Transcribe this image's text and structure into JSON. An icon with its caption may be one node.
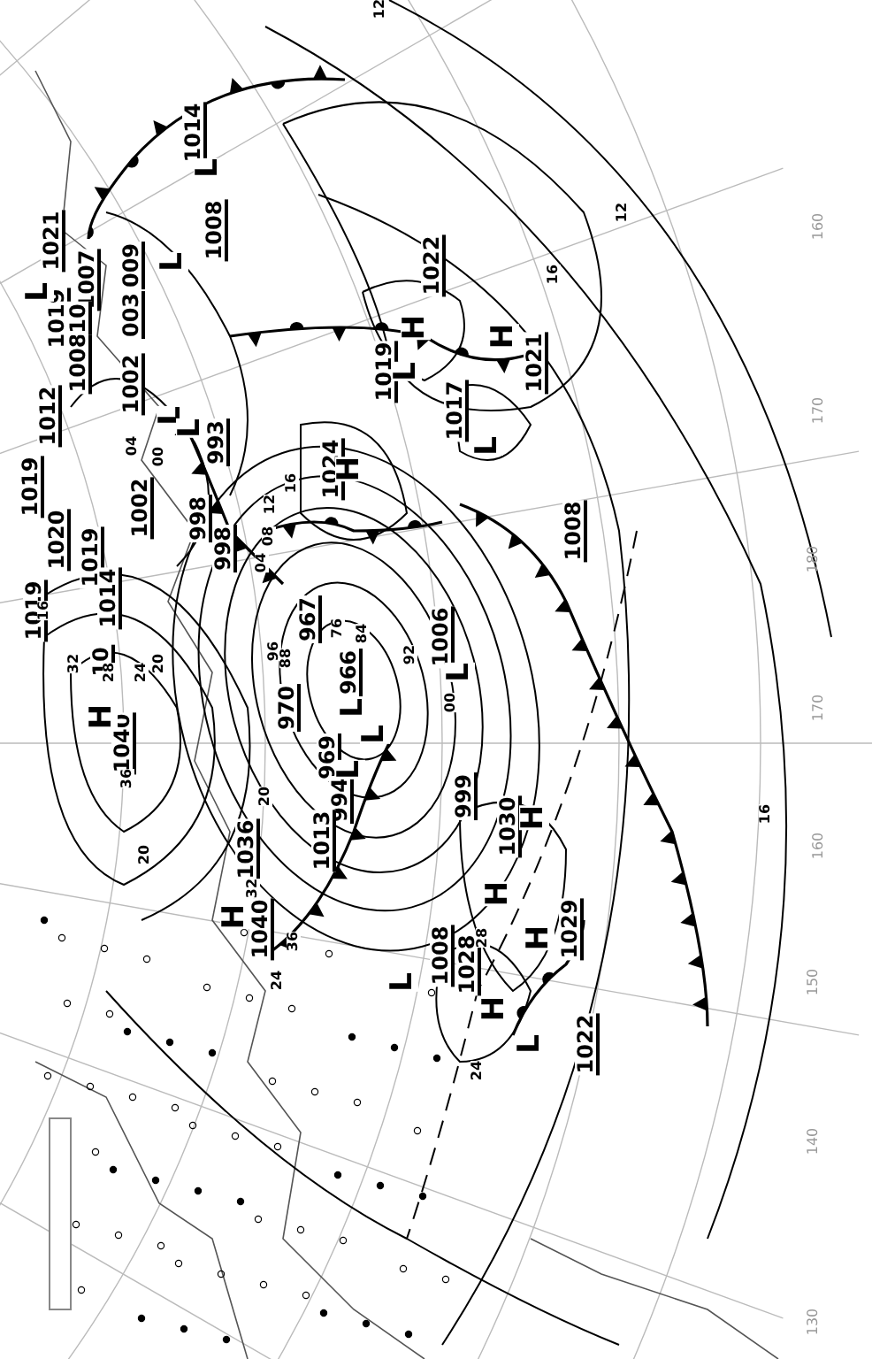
{
  "diagram": {
    "labels": [
      "1014",
      "1021",
      "1008",
      "1019",
      "1007",
      "1008",
      "10",
      "1002",
      "003",
      "009",
      "1012",
      "993",
      "1022",
      "1019",
      "1024",
      "1017",
      "1021",
      "1002",
      "998",
      "998",
      "1019",
      "1020",
      "1019",
      "1019",
      "1014",
      "10",
      "1040",
      "967",
      "966",
      "970",
      "969",
      "994",
      "1036",
      "1013",
      "1040",
      "1006",
      "1008",
      "999",
      "1030",
      "1029",
      "1008",
      "1028",
      "1022",
      "H",
      "H",
      "H",
      "H",
      "H",
      "H",
      "H",
      "H",
      "H",
      "L",
      "L",
      "L",
      "L",
      "L",
      "L",
      "L",
      "L",
      "L",
      "L",
      "L",
      "L",
      "L",
      "12",
      "12",
      "16",
      "16",
      "16",
      "04",
      "00",
      "08",
      "04",
      "12",
      "16",
      "32",
      "28",
      "24",
      "20",
      "96",
      "88",
      "76",
      "84",
      "92",
      "00",
      "20",
      "36",
      "20",
      "32",
      "24",
      "36",
      "28",
      "24",
      "160",
      "170",
      "180",
      "170",
      "160",
      "150",
      "140",
      "130"
    ]
  }
}
